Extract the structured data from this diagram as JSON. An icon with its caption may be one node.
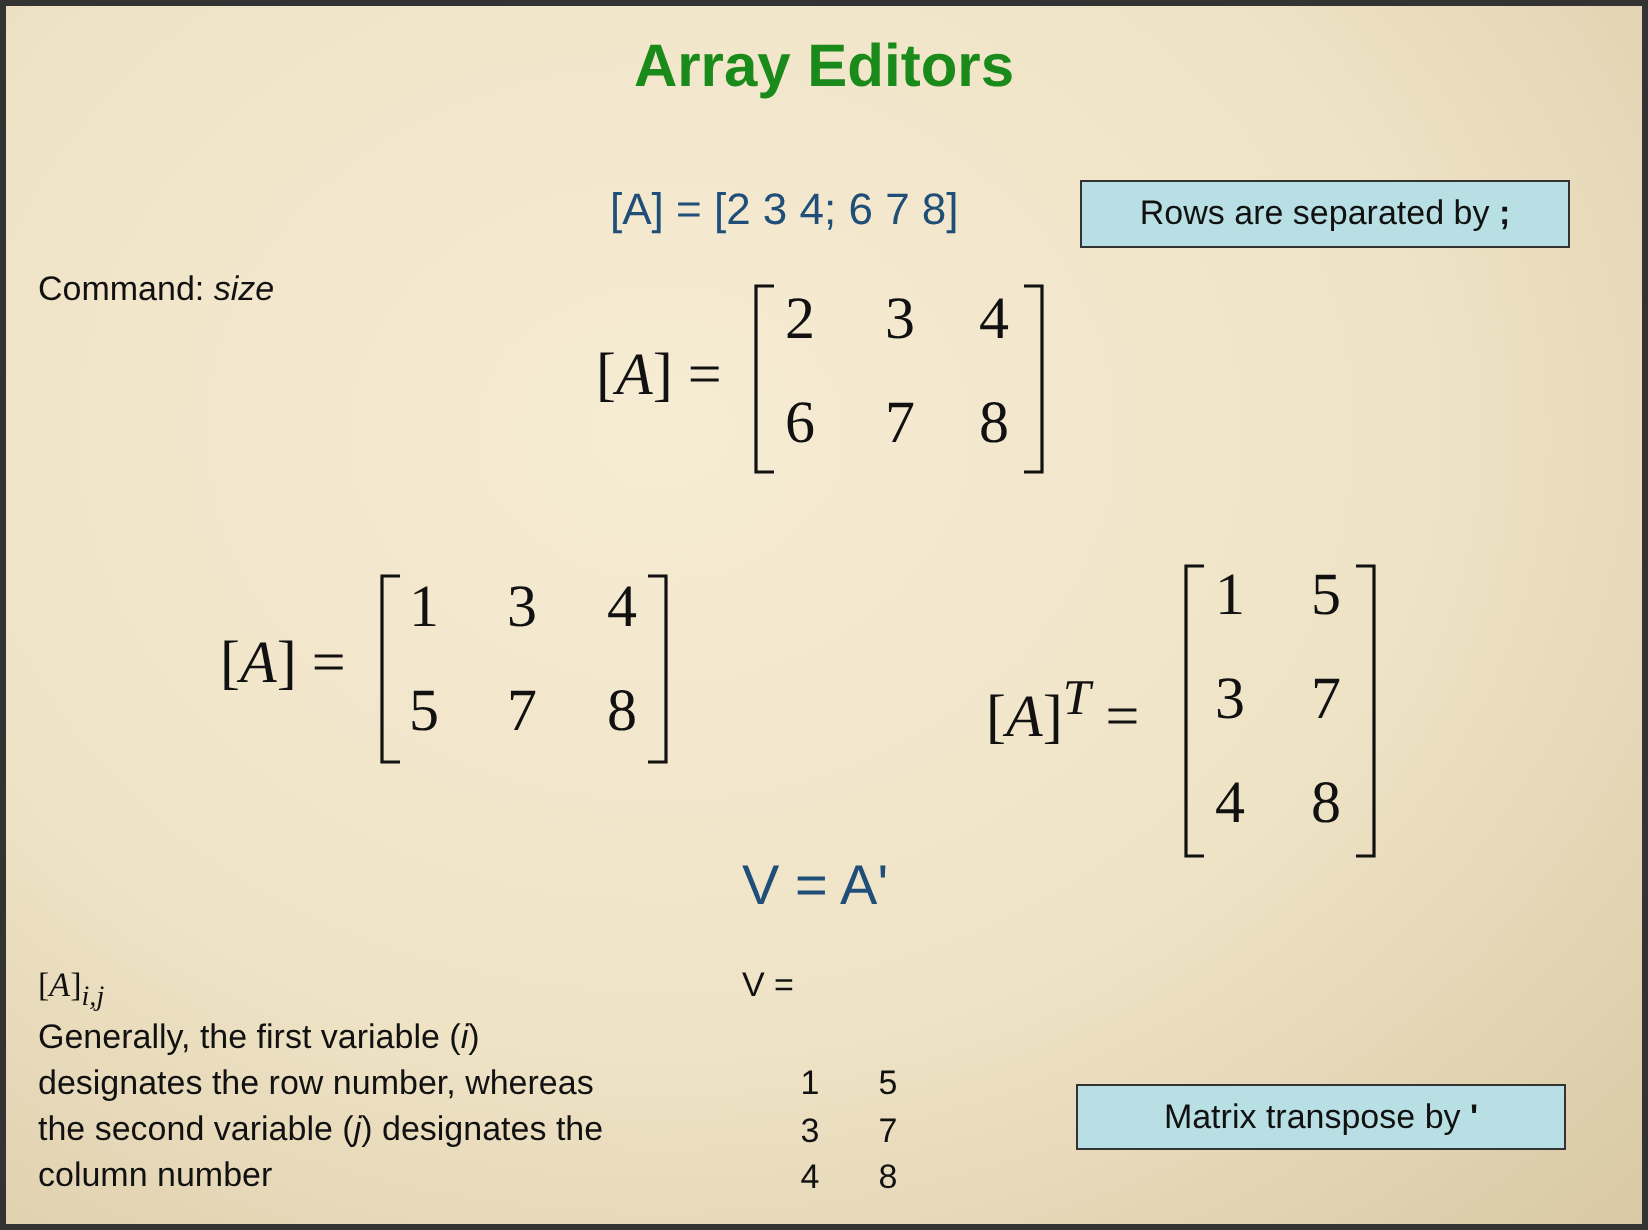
{
  "diagram": {
    "title": "Array Editors",
    "nodes": [
      {
        "text": [
          "Rows are separated by **;**"
        ]
      },
      {
        "text": [
          "Matrix transpose by **'**"
        ]
      }
    ],
    "labels": [
      "[A] = [2 3 4; 6 7 8]",
      "Command: *size*",
      "[*A*] =",
      "2",
      "3",
      "4",
      "6",
      "7",
      "8",
      "[*A*] =",
      "1",
      "3",
      "4",
      "5",
      "7",
      "8",
      "[*A*]$^{T}$ =",
      "1",
      "5",
      "3",
      "7",
      "4",
      "8",
      "V = A'",
      "[*A*]$_{i,j}$",
      "V =",
      "Generally, the first variable (*i*) designates the row number, whereas the second variable (*j*) designates the column number",
      "1",
      "5",
      "3",
      "7",
      "4",
      "8"
    ]
  }
}
